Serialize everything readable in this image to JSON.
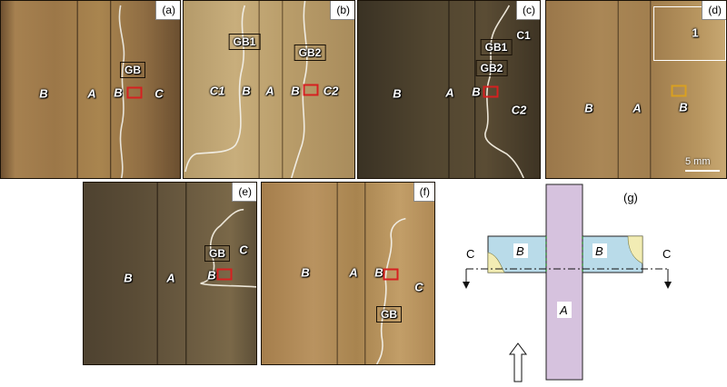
{
  "panels": {
    "a": {
      "tag": "(a)",
      "labels": {
        "B1": "B",
        "A": "A",
        "B2": "B",
        "C": "C",
        "GB": "GB"
      }
    },
    "b": {
      "tag": "(b)",
      "labels": {
        "GB1": "GB1",
        "GB2": "GB2",
        "C1": "C1",
        "B1": "B",
        "A": "A",
        "B2": "B",
        "C2": "C2"
      }
    },
    "c": {
      "tag": "(c)",
      "labels": {
        "GB1": "GB1",
        "C1": "C1",
        "GB2": "GB2",
        "B1": "B",
        "A": "A",
        "B2": "B",
        "C2": "C2"
      }
    },
    "d": {
      "tag": "(d)",
      "labels": {
        "region1": "1",
        "B1": "B",
        "A": "A",
        "B2": "B"
      },
      "scale": "5 mm"
    },
    "e": {
      "tag": "(e)",
      "labels": {
        "GB": "GB",
        "C": "C",
        "B1": "B",
        "A": "A",
        "B2": "B"
      }
    },
    "f": {
      "tag": "(f)",
      "labels": {
        "B1": "B",
        "A": "A",
        "B2": "B",
        "C": "C",
        "GB": "GB"
      }
    },
    "g": {
      "tag": "(g)",
      "labels": {
        "C_left": "C",
        "B_left": "B",
        "B_right": "B",
        "C_right": "C",
        "A": "A"
      }
    }
  },
  "colors": {
    "wood_warm": "#b8915a",
    "wood_dark": "#4a3d28",
    "red_marker": "#d62020",
    "yellow_marker": "#d9a020",
    "schematic_A": "#d6c2de",
    "schematic_B": "#b9dbe9",
    "schematic_C": "#f2ecb4"
  }
}
